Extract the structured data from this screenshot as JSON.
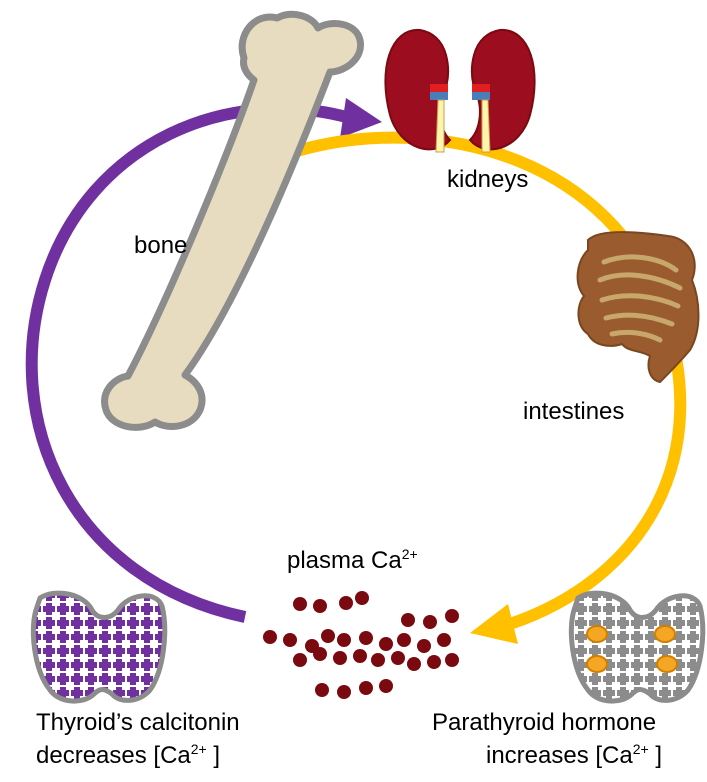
{
  "colors": {
    "calcitonin_arrow": "#7030a0",
    "pth_arrow": "#ffc000",
    "bone_fill": "#e8dcc0",
    "bone_outline": "#8c8c8c",
    "kidney": "#9b0d1f",
    "intestine": "#9a5b2e",
    "calcium_dot": "#7a0a10",
    "thyroid_pattern": "#7030a0",
    "parathyroid_gland": "#f5a623"
  },
  "icons": {
    "bone": "bone-icon",
    "kidneys": "kidneys-icon",
    "intestines": "intestines-icon",
    "calcium": "calcium-dots",
    "thyroid": "thyroid-icon",
    "parathyroid": "parathyroid-icon"
  },
  "labels": {
    "kidneys": "kidneys",
    "bone": "bone",
    "intestines": "intestines",
    "plasma": "plasma Ca",
    "plasma_sup": "2+",
    "thyroid_line1": "Thyroid’s calcitonin",
    "thyroid_line2_pre": "decreases [Ca",
    "thyroid_line2_sup": "2+",
    "thyroid_line2_post": " ]",
    "parathyroid_line1": "Parathyroid hormone",
    "parathyroid_line2_pre": "increases [Ca",
    "parathyroid_line2_sup": "2+",
    "parathyroid_line2_post": " ]"
  }
}
